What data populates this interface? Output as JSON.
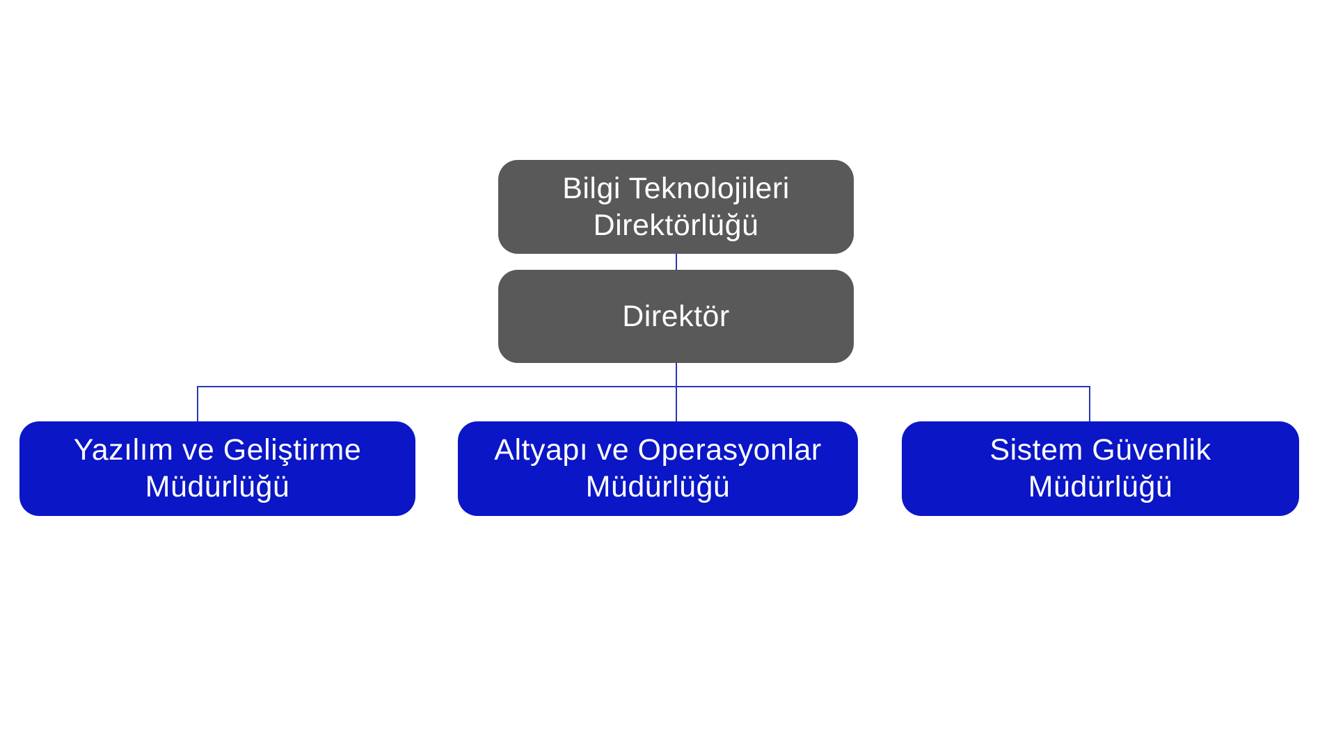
{
  "org_chart": {
    "type": "org-chart",
    "colors": {
      "background": "#ffffff",
      "directorate_fill": "#595959",
      "department_fill": "#0b16c6",
      "connector": "#2838b2",
      "text": "#ffffff"
    },
    "root": {
      "lines": [
        "Bilgi Teknolojileri",
        "Direktörlüğü"
      ]
    },
    "director": {
      "lines": [
        "Direktör"
      ]
    },
    "departments": [
      {
        "lines": [
          "Yazılım ve Geliştirme",
          "Müdürlüğü"
        ]
      },
      {
        "lines": [
          "Altyapı ve Operasyonlar",
          "Müdürlüğü"
        ]
      },
      {
        "lines": [
          "Sistem Güvenlik",
          "Müdürlüğü"
        ]
      }
    ]
  }
}
